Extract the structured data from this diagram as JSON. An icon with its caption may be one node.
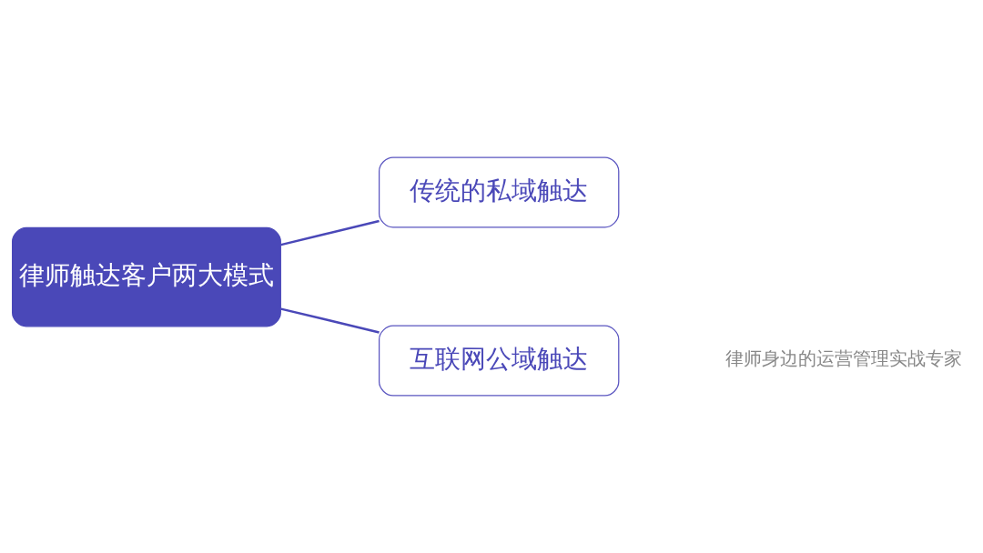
{
  "diagram": {
    "nodes": [
      {
        "text": [
          "律师触达客户两大模式"
        ]
      },
      {
        "text": [
          "传统的私域触达"
        ]
      },
      {
        "text": [
          "互联网公域触达"
        ]
      }
    ],
    "edges": [
      {
        "from": 0,
        "to": 1,
        "arrow": "none"
      },
      {
        "from": 0,
        "to": 2,
        "arrow": "none"
      }
    ],
    "labels": [
      "律师身边的运营管理实战专家"
    ]
  }
}
